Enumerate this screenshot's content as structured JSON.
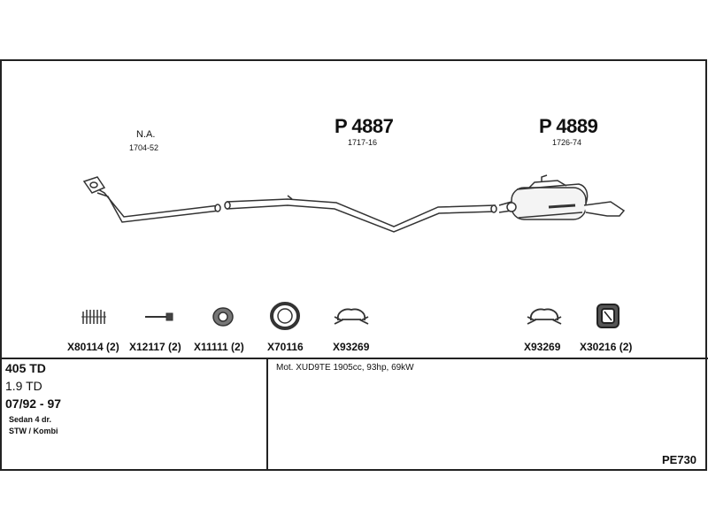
{
  "parts": {
    "front_pipe": {
      "label": "N.A.",
      "number": "1704-52"
    },
    "middle_silencer": {
      "part": "P 4887",
      "number": "1717-16"
    },
    "rear_silencer": {
      "part": "P 4889",
      "number": "1726-74"
    }
  },
  "accessories": [
    {
      "code": "X80114 (2)",
      "icon": "spring-icon"
    },
    {
      "code": "X12117 (2)",
      "icon": "bolt-icon"
    },
    {
      "code": "X11111 (2)",
      "icon": "washer-icon"
    },
    {
      "code": "X70116",
      "icon": "gasket-ring-icon"
    },
    {
      "code": "X93269",
      "icon": "clamp-icon"
    },
    {
      "code": "X93269",
      "icon": "clamp-icon"
    },
    {
      "code": "X30216 (2)",
      "icon": "rubber-mount-icon"
    }
  ],
  "vehicle": {
    "model": "405 TD",
    "engine_size": "1.9 TD",
    "years": "07/92 - 97",
    "body1": "Sedan 4 dr.",
    "body2": "STW / Kombi"
  },
  "engine": "Mot. XUD9TE 1905cc, 93hp, 69kW",
  "reference": "PE730"
}
